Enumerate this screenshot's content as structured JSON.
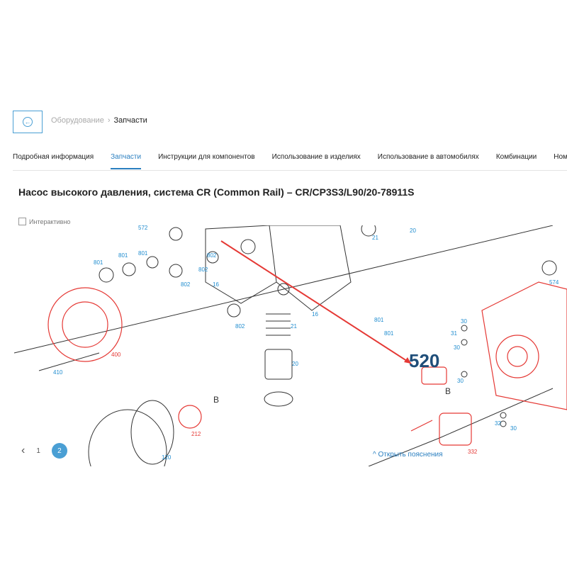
{
  "nav": {
    "back_icon": "arrow-left-icon",
    "breadcrumb": [
      "Оборудование",
      "Запчасти"
    ]
  },
  "tabs": [
    "Подробная информация",
    "Запчасти",
    "Инструкции для компонентов",
    "Использование в изделиях",
    "Использование в автомобилях",
    "Комбинации",
    "Номера"
  ],
  "active_tab": "Запчасти",
  "title": "Насос высокого давления, система CR (Common Rail) – CR/CP3S3/L90/20-78911S",
  "interactive_label": "Интерактивно",
  "diagram": {
    "callouts": [
      "572",
      "21",
      "20",
      "801",
      "801",
      "801",
      "802",
      "802",
      "16",
      "802",
      "802",
      "21",
      "16",
      "801",
      "801",
      "20",
      "400",
      "410",
      "B",
      "B",
      "30",
      "31",
      "30",
      "30",
      "32",
      "30",
      "574",
      "212",
      "120",
      "332"
    ],
    "highlight_label": "520",
    "colors": {
      "red": "#e53935",
      "blue": "#1f8ccf",
      "highlight": "#1f4e79"
    }
  },
  "pagination": {
    "pages": [
      "1",
      "2"
    ],
    "current": "2"
  },
  "explanations_link": "Открыть пояснения"
}
